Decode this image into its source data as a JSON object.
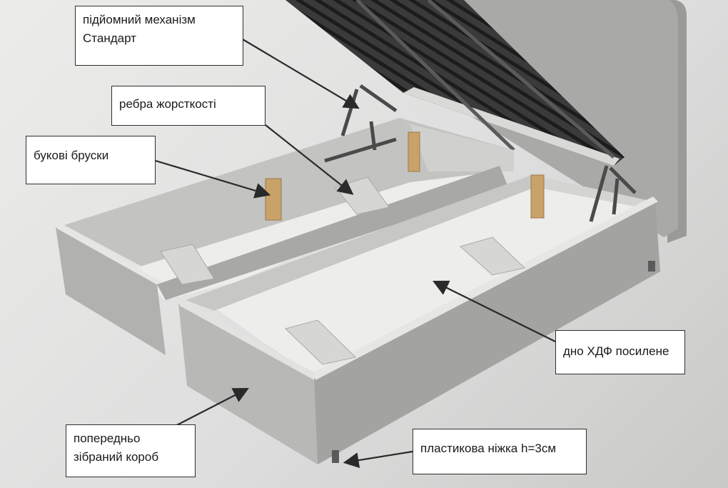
{
  "labels": {
    "lift_mechanism": {
      "line1": "підйомний механізм",
      "line2": "Стандарт"
    },
    "stiffening_ribs": "ребра жорсткості",
    "beech_bars": "букові бруски",
    "hdf_bottom": "дно ХДФ посилене",
    "preassembled_box": {
      "line1": "попередньо",
      "line2": "зібраний короб"
    },
    "plastic_leg": "пластикова ніжка h=3см"
  },
  "colors": {
    "panel": "#b8b8b6",
    "panel_dark": "#8f8f8d",
    "panel_light": "#d2d2d0",
    "inner_floor": "#ededeb",
    "slats": "#2b2b2b",
    "wood": "#c9a26a",
    "arrow": "#2a2a2a"
  }
}
